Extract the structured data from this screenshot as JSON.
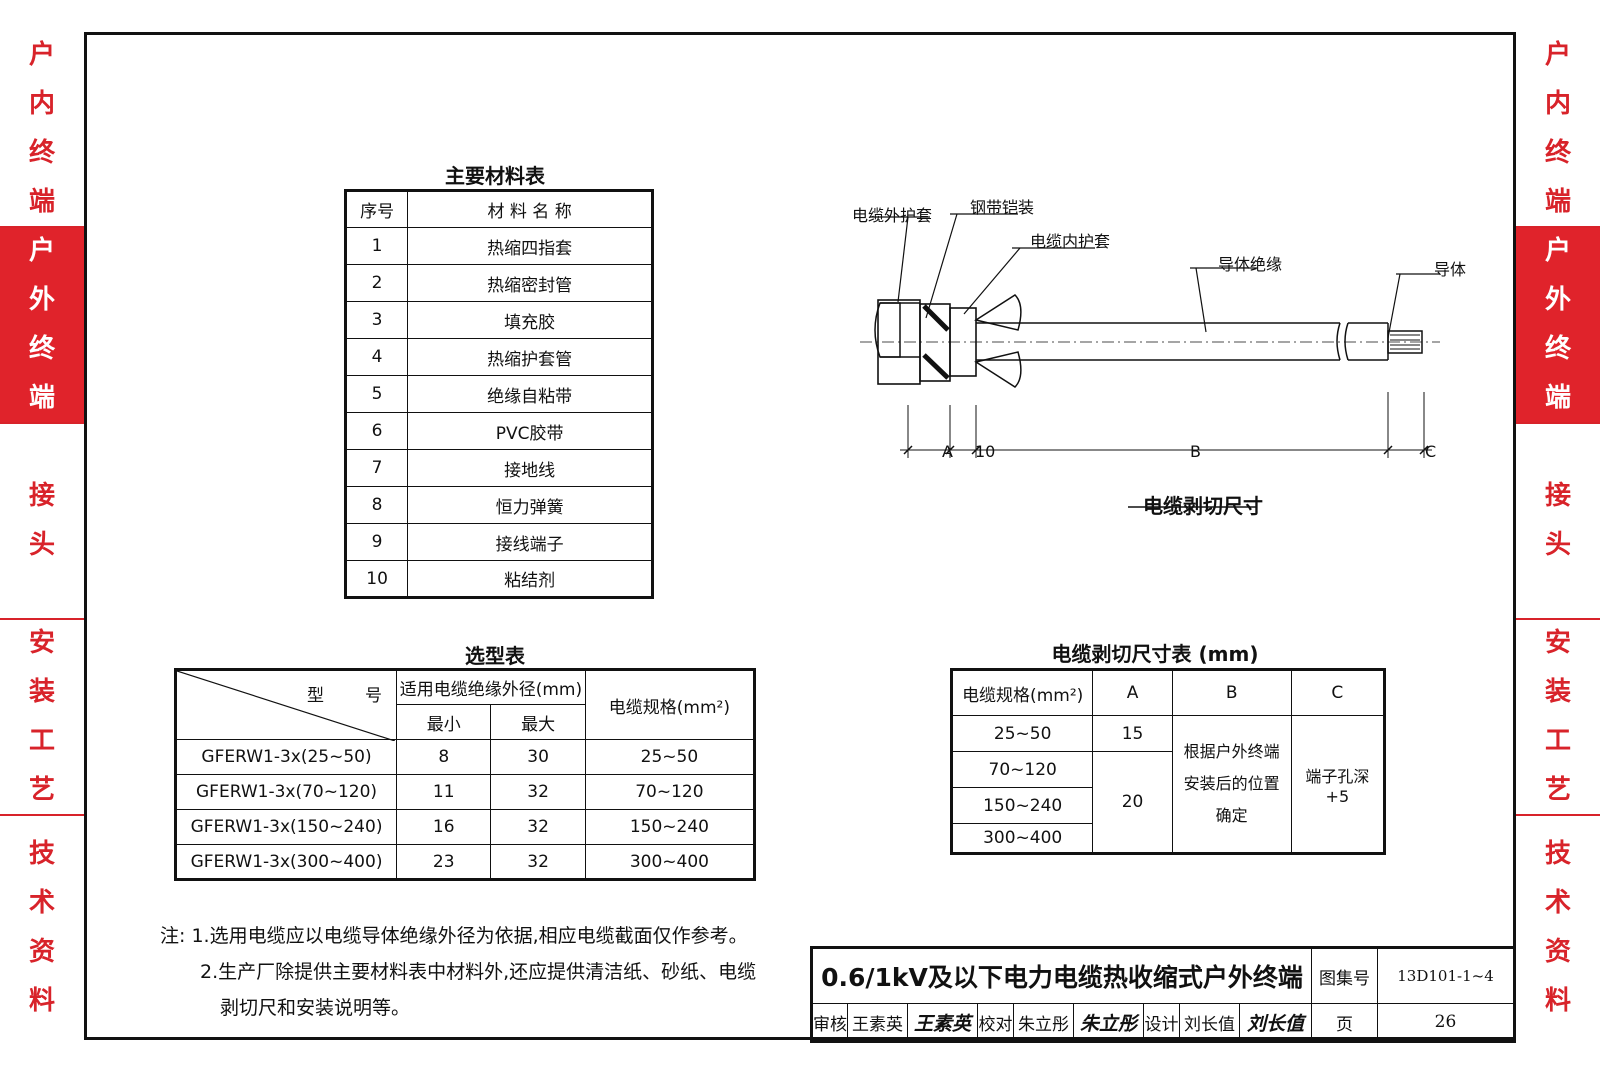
{
  "side_tabs": [
    {
      "label": "户内终端",
      "active": false
    },
    {
      "label": "户外终端",
      "active": true
    },
    {
      "label": "接头",
      "active": false
    },
    {
      "label": "安装工艺",
      "active": false
    },
    {
      "label": "技术资料",
      "active": false
    }
  ],
  "material_table": {
    "caption": "主要材料表",
    "headers": [
      "序号",
      "材 料 名 称"
    ],
    "rows": [
      [
        "1",
        "热缩四指套"
      ],
      [
        "2",
        "热缩密封管"
      ],
      [
        "3",
        "填充胶"
      ],
      [
        "4",
        "热缩护套管"
      ],
      [
        "5",
        "绝缘自粘带"
      ],
      [
        "6",
        "PVC胶带"
      ],
      [
        "7",
        "接地线"
      ],
      [
        "8",
        "恒力弹簧"
      ],
      [
        "9",
        "接线端子"
      ],
      [
        "10",
        "粘结剂"
      ]
    ]
  },
  "cable_diagram": {
    "caption": "电缆剥切尺寸",
    "labels": {
      "outer_sheath": "电缆外护套",
      "steel_armor": "钢带铠装",
      "inner_sheath": "电缆内护套",
      "conductor_insulation": "导体绝缘",
      "conductor": "导体"
    },
    "dims": {
      "a": "A",
      "ten": "10",
      "b": "B",
      "c": "C"
    }
  },
  "selection_table": {
    "caption": "选型表",
    "header_model_a": "型",
    "header_model_b": "号",
    "header_diameter": "适用电缆绝缘外径(mm)",
    "header_min": "最小",
    "header_max": "最大",
    "header_spec": "电缆规格(mm²)",
    "rows": [
      [
        "GFERW1-3x(25~50)",
        "8",
        "30",
        "25~50"
      ],
      [
        "GFERW1-3x(70~120)",
        "11",
        "32",
        "70~120"
      ],
      [
        "GFERW1-3x(150~240)",
        "16",
        "32",
        "150~240"
      ],
      [
        "GFERW1-3x(300~400)",
        "23",
        "32",
        "300~400"
      ]
    ]
  },
  "strip_table": {
    "caption": "电缆剥切尺寸表 (mm)",
    "headers": [
      "电缆规格(mm²)",
      "A",
      "B",
      "C"
    ],
    "specs": [
      "25~50",
      "70~120",
      "150~240",
      "300~400"
    ],
    "a_first": "15",
    "a_rest": "20",
    "b_text": "根据户外终端安装后的位置确定",
    "c_text": "端子孔深+5"
  },
  "notes": {
    "line1": "注: 1.选用电缆应以电缆导体绝缘外径为依据,相应电缆截面仅作参考。",
    "line2": "2.生产厂除提供主要材料表中材料外,还应提供清洁纸、砂纸、电缆",
    "line3": "剥切尺和安装说明等。"
  },
  "title_block": {
    "title": "0.6/1kV及以下电力电缆热收缩式户外终端",
    "atlas_label": "图集号",
    "atlas_no": "13D101-1~4",
    "review_label": "审核",
    "review_name": "王素英",
    "review_sig": "王素英",
    "check_label": "校对",
    "check_name": "朱立彤",
    "check_sig": "朱立彤",
    "design_label": "设计",
    "design_name": "刘长值",
    "design_sig": "刘长值",
    "page_label": "页",
    "page_no": "26"
  }
}
